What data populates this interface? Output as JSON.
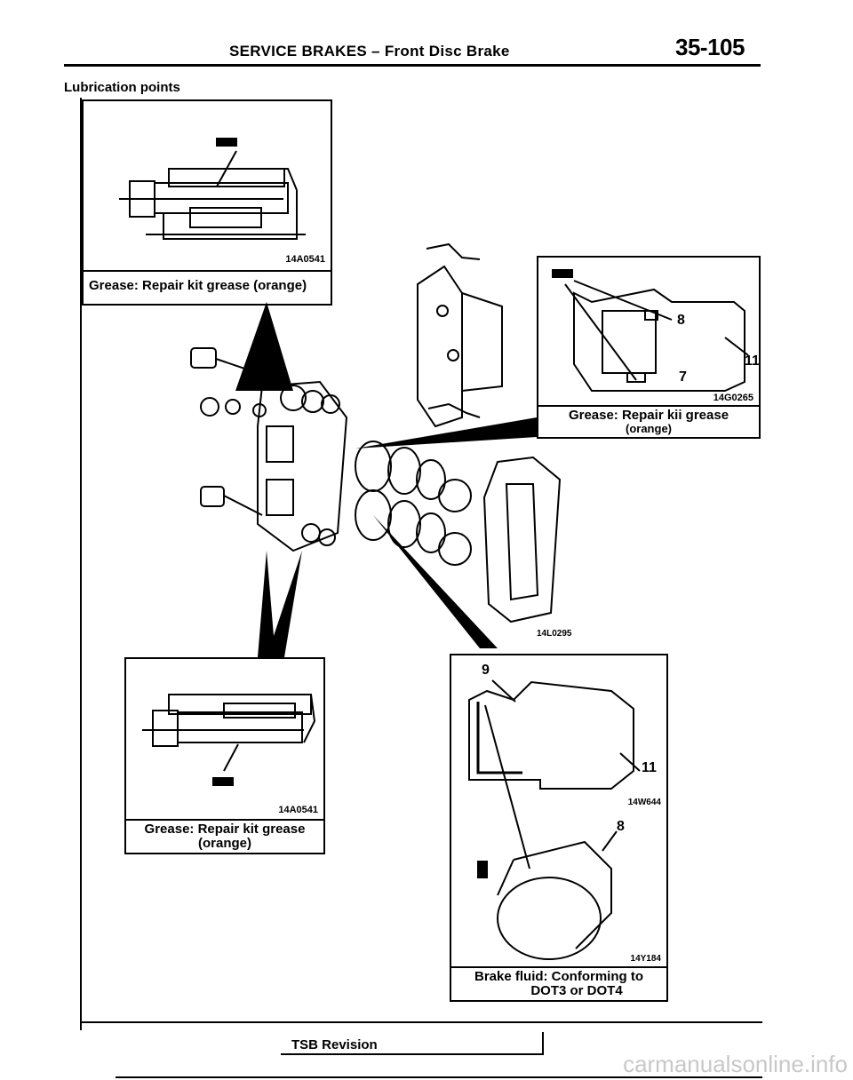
{
  "header": {
    "title": "SERVICE BRAKES – Front Disc Brake",
    "page_number": "35-105"
  },
  "section": {
    "title": "Lubrication points"
  },
  "figures": {
    "top_left": {
      "code": "14A0541",
      "caption": "Grease: Repair kit grease (orange)"
    },
    "top_right": {
      "code": "14G0265",
      "caption_line1": "Grease: Repair kii grease",
      "caption_line2": "(orange)",
      "label_8": "8",
      "label_7": "7",
      "label_11": "11"
    },
    "center": {
      "code": "14L0295"
    },
    "bottom_left": {
      "code": "14A0541",
      "caption_line1": "Grease: Repair kit grease",
      "caption_line2": "(orange)"
    },
    "bottom_right": {
      "code_upper": "14W644",
      "code_lower": "14Y184",
      "label_9": "9",
      "label_11": "11",
      "label_8": "8",
      "caption_line1": "Brake fluid: Conforming to",
      "caption_line2": "DOT3 or DOT4"
    }
  },
  "footer": {
    "tsb_label": "TSB Revision"
  },
  "watermark": "carmanualsonline.info"
}
